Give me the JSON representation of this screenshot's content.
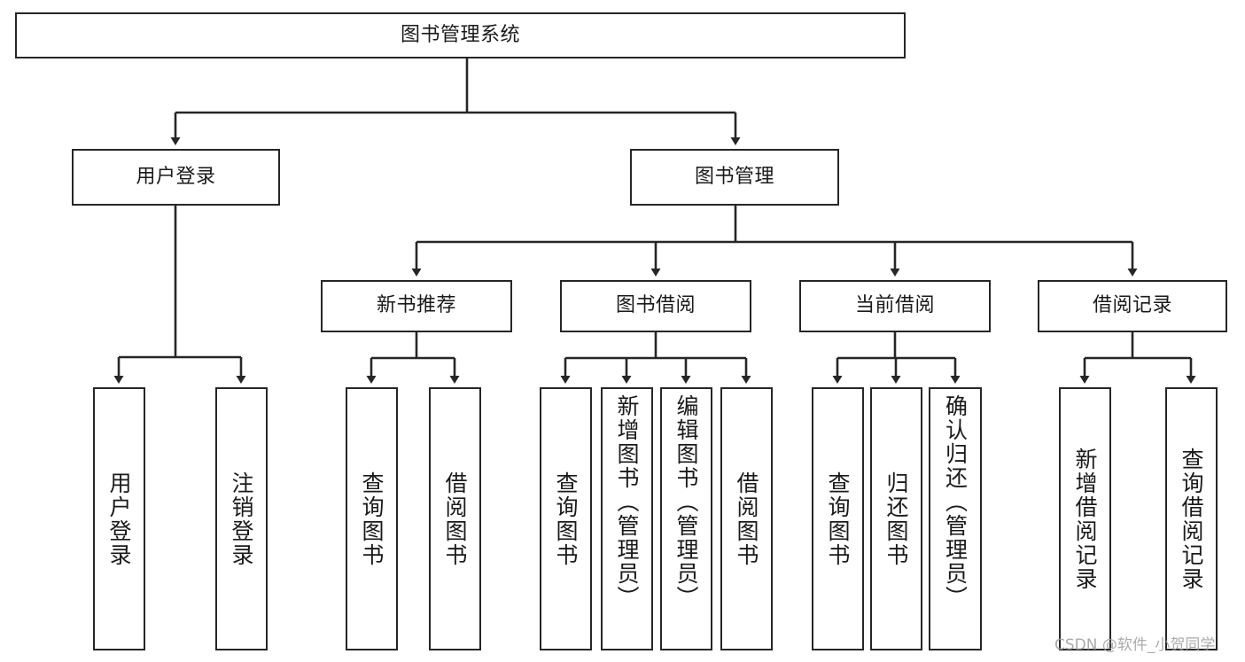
{
  "diagram": {
    "title": "图书管理系统",
    "watermark": "CSDN @软件_小贺同学",
    "line_color": "#262626",
    "box_fill": "#ffffff",
    "text_color": "#1a1a1a",
    "root": {
      "label": "图书管理系统"
    },
    "tier2": [
      {
        "label": "用户登录"
      },
      {
        "label": "图书管理"
      }
    ],
    "tier3": [
      {
        "label": "新书推荐"
      },
      {
        "label": "图书借阅"
      },
      {
        "label": "当前借阅"
      },
      {
        "label": "借阅记录"
      }
    ],
    "leaves": {
      "user_login": [
        {
          "label": "用户登录"
        },
        {
          "label": "注销登录"
        }
      ],
      "new_book": [
        {
          "label": "查询图书"
        },
        {
          "label": "借阅图书"
        }
      ],
      "book_borrow": [
        {
          "label": "查询图书"
        },
        {
          "label": "新增图书（管理员）"
        },
        {
          "label": "编辑图书（管理员）"
        },
        {
          "label": "借阅图书"
        }
      ],
      "current_borrow": [
        {
          "label": "查询图书"
        },
        {
          "label": "归还图书"
        },
        {
          "label": "确认归还（管理员）"
        }
      ],
      "borrow_record": [
        {
          "label": "新增借阅记录"
        },
        {
          "label": "查询借阅记录"
        }
      ]
    }
  }
}
